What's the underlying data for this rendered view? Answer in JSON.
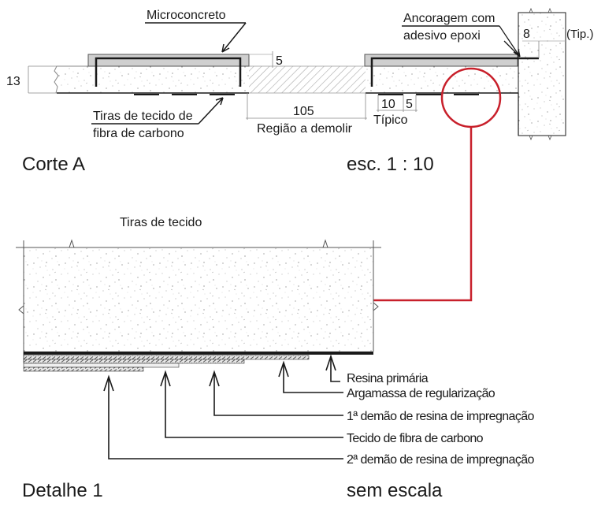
{
  "section_a": {
    "title": "Corte A",
    "scale": "esc. 1 : 10",
    "labels": {
      "microconcrete": "Microconcreto",
      "strips_line1": "Tiras de tecido de",
      "strips_line2": "fibra de carbono",
      "anchor_line1": "Ancoragem com",
      "anchor_line2": "adesivo epoxi",
      "demolish_region": "Região a demolir",
      "typical": "Típico",
      "typical_short": "(Tip.)"
    },
    "dimensions": {
      "slab_thickness": "13",
      "overlay_thickness": "5",
      "demolish_width": "105",
      "strip_width": "10",
      "strip_spacing": "5",
      "anchor_depth": "8"
    }
  },
  "detail_1": {
    "title": "Detalhe 1",
    "scale": "sem escala",
    "top_label": "Tiras de tecido",
    "layers": [
      "Resina primária",
      "Argamassa de regularização",
      "1ª demão de resina de impregnação",
      "Tecido de fibra de carbono",
      "2ª demão de resina de impregnação"
    ]
  },
  "colors": {
    "callout": "#c8202b",
    "line": "#1a1a1a",
    "overlay": "#cfcfcf",
    "hatch": "#9a9a9a"
  }
}
